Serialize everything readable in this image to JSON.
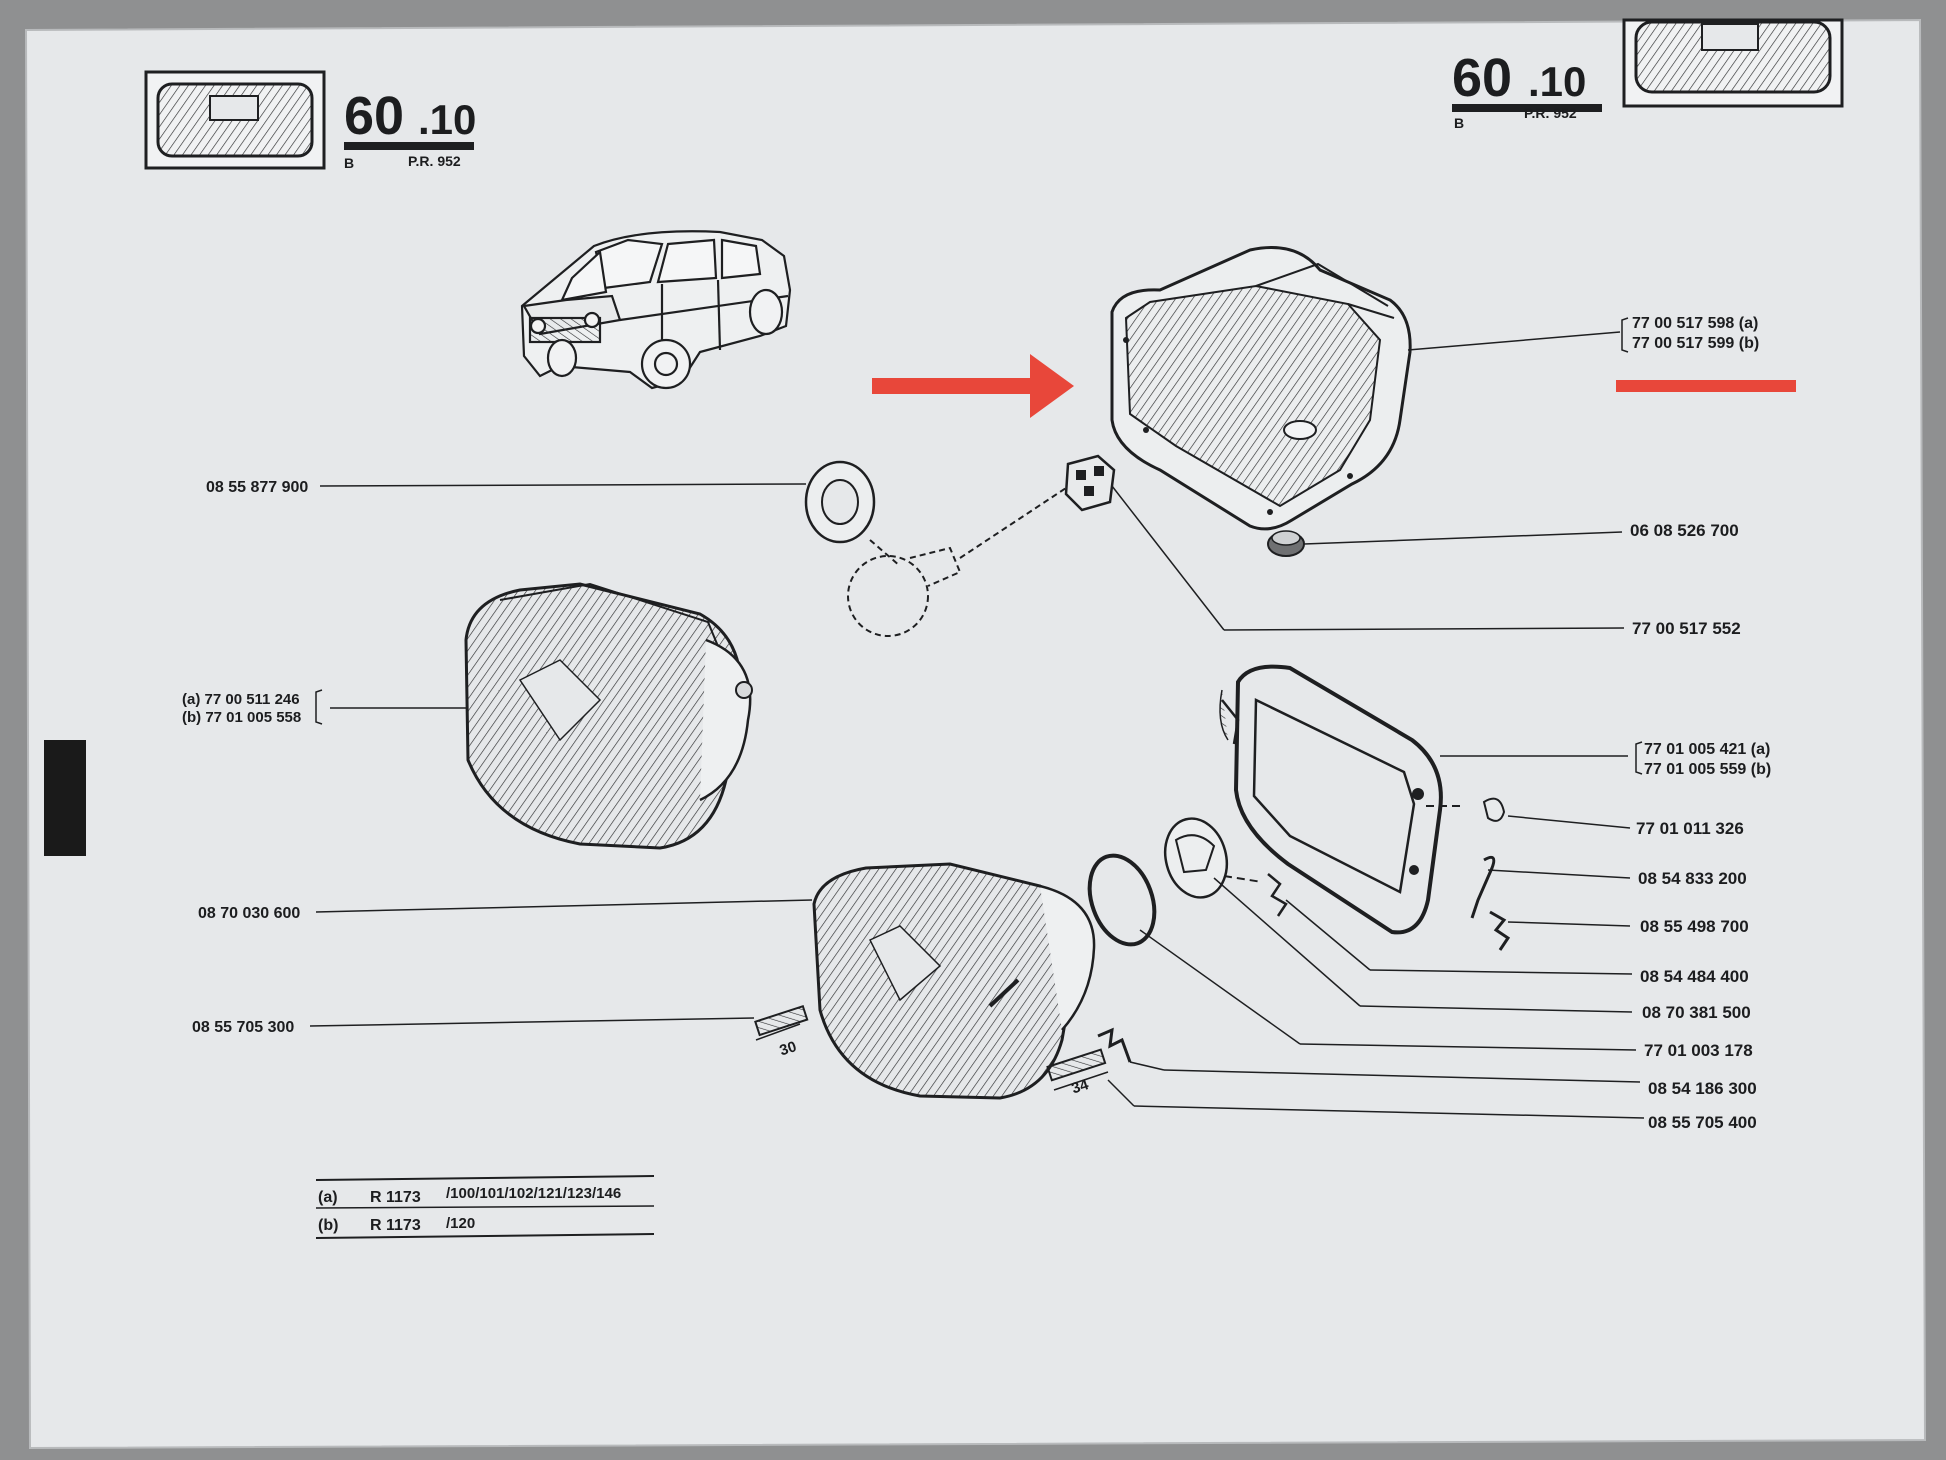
{
  "header": {
    "section_left": "60",
    "section_right": "60",
    "subsection": ".10",
    "group_letter": "B",
    "pr_ref": "P.R. 952"
  },
  "labels_left": {
    "washer": "08 55 877 900",
    "headlamp_a": "(a) 77 00 511 246",
    "headlamp_b": "(b) 77 01 005 558",
    "optic_unit": "08 70 030 600",
    "spring_30": "08 55 705 300"
  },
  "labels_right": {
    "housing_a": "77 00 517 598 (a)",
    "housing_b": "77 00 517 599 (b)",
    "grommet": "06 08 526 700",
    "connector": "77 00 517 552",
    "frame_a": "77 01 005 421 (a)",
    "frame_b": "77 01 005 559 (b)",
    "clip": "77 01 011 326",
    "screw_clip": "08 54 833 200",
    "adjuster_clip": "08 55 498 700",
    "wire_spring": "08 54 484 400",
    "bulb_retainer": "08 70 381 500",
    "seal_ring": "77 01 003 178",
    "spring_clip": "08 54 186 300",
    "spring_34": "08 55 705 400"
  },
  "spring_sizes": {
    "short": "30",
    "long": "34"
  },
  "applicability": [
    {
      "key": "(a)",
      "model": "R 1173",
      "variants": "/100/101/102/121/123/146"
    },
    {
      "key": "(b)",
      "model": "R 1173",
      "variants": "/120"
    }
  ],
  "colors": {
    "annotation": "#e8473a",
    "ink": "#1e1f21",
    "paper": "#e6e8ea"
  }
}
